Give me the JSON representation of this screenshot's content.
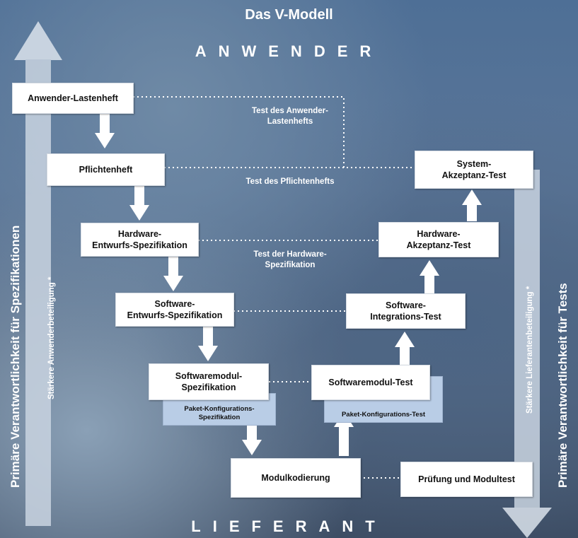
{
  "title": "Das V-Modell",
  "top_band": "ANWENDER",
  "bottom_band": "LIEFERANT",
  "left_axis": {
    "primary": "Primäre Verantwortlichkeit für Spezifikationen",
    "secondary": "Stärkere Anwenderbeteiligung *"
  },
  "right_axis": {
    "primary": "Primäre Verantwortlichkeit für Tests",
    "secondary": "Stärkere Lieferantenbeteiligung *"
  },
  "boxes": {
    "anwender_lastenheft": "Anwender-Lastenheft",
    "pflichtenheft": "Pflichtenheft",
    "hardware_spec": "Hardware-\nEntwurfs-Spezifikation",
    "software_spec": "Software-\nEntwurfs-Spezifikation",
    "softwaremodul_spec": "Softwaremodul-\nSpezifikation",
    "paket_konf_spec": "Paket-Konfigurations-\nSpezifikation",
    "modulkodierung": "Modulkodierung",
    "pruefung": "Prüfung und Modultest",
    "softwaremodul_test": "Softwaremodul-Test",
    "paket_konf_test": "Paket-Konfigurations-Test",
    "integrations_test": "Software-\nIntegrations-Test",
    "hw_akzeptanz": "Hardware-\nAkzeptanz-Test",
    "sys_akzeptanz": "System-\nAkzeptanz-Test"
  },
  "link_labels": {
    "test_lastenheft": "Test des Anwender-\nLastenhefts",
    "test_pflichtenheft": "Test des Pflichtenhefts",
    "test_hardware": "Test der Hardware-\nSpezifikation"
  }
}
